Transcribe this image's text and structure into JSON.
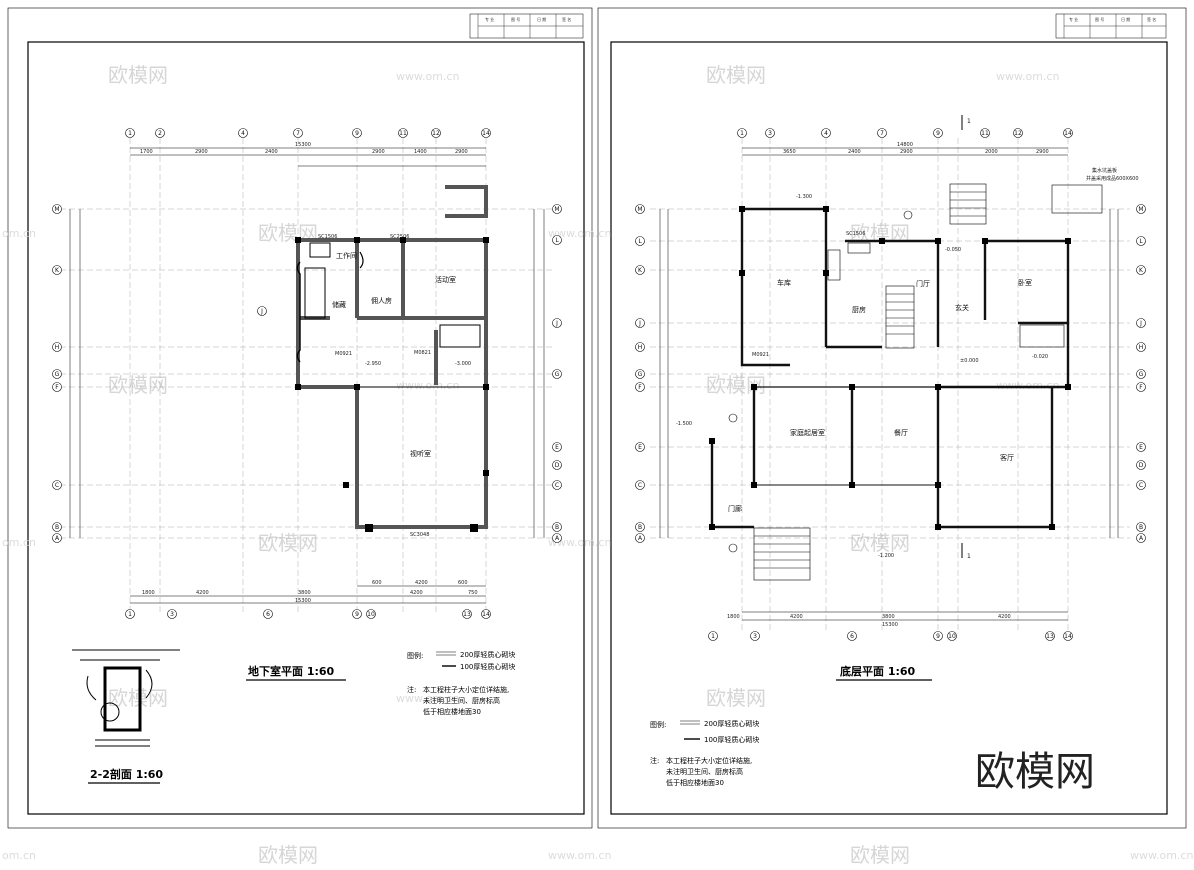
{
  "title_block": {
    "cells": [
      "专 业",
      "图 号",
      "日 期",
      "签 名"
    ]
  },
  "watermark": {
    "text": "欧模网",
    "url": "www.om.cn",
    "url_fragment": "om.cn"
  },
  "brand": {
    "text": "欧模网"
  },
  "left_sheet": {
    "title": "地下室平面   1:60",
    "section_title": "2-2剖面    1:60",
    "legend_label": "图例:",
    "legend_items": [
      "200厚轻质心砌块",
      "100厚轻质心砌块"
    ],
    "note_label": "注:",
    "notes": [
      "本工程柱子大小定位详结施,",
      "未注明卫生间、厨房标高",
      "低于相应楼地面30"
    ],
    "grid_top": [
      "1",
      "2",
      "4",
      "7",
      "9",
      "11",
      "12",
      "14"
    ],
    "grid_bottom": [
      "1",
      "3",
      "6",
      "9",
      "10",
      "13",
      "14"
    ],
    "grid_left": [
      "M",
      "K",
      "H",
      "G",
      "F",
      "C",
      "B",
      "A",
      "J"
    ],
    "grid_right": [
      "M",
      "L",
      "J",
      "G",
      "E",
      "D",
      "C",
      "B",
      "A"
    ],
    "rooms": [
      "工作间",
      "储藏",
      "佣人房",
      "活动室",
      "视听室"
    ],
    "dims_top": [
      "1700",
      "2900",
      "2400",
      "2900",
      "1400",
      "2900",
      "15300"
    ],
    "dims_bottom": [
      "1800",
      "4200",
      "3800",
      "4200",
      "750",
      "15300",
      "600",
      "4200",
      "600"
    ],
    "marks": [
      "M0921",
      "M0821",
      "-2.950",
      "-3.000",
      "SC1506",
      "SC2506",
      "SC3048"
    ]
  },
  "right_sheet": {
    "title": "底层平面   1:60",
    "legend_label": "图例:",
    "legend_items": [
      "200厚轻质心砌块",
      "100厚轻质心砌块"
    ],
    "note_label": "注:",
    "notes": [
      "本工程柱子大小定位详结施,",
      "未注明卫生间、厨房标高",
      "低于相应楼地面30"
    ],
    "grid_top": [
      "1",
      "3",
      "4",
      "7",
      "9",
      "11",
      "12",
      "14"
    ],
    "grid_bottom": [
      "1",
      "3",
      "6",
      "9",
      "10",
      "13",
      "14"
    ],
    "grid_left": [
      "M",
      "L",
      "K",
      "J",
      "H",
      "G",
      "F",
      "E",
      "C",
      "B",
      "A"
    ],
    "grid_right": [
      "M",
      "L",
      "K",
      "J",
      "H",
      "G",
      "F",
      "E",
      "D",
      "C",
      "B",
      "A"
    ],
    "rooms": [
      "车库",
      "门厅",
      "厨房",
      "玄关",
      "卧室",
      "家庭起居室",
      "餐厅",
      "客厅",
      "门廊"
    ],
    "annotation": [
      "集水坑盖板",
      "井盖采用成品600X600"
    ],
    "dims_top": [
      "3650",
      "2400",
      "2900",
      "2000",
      "2900",
      "14800"
    ],
    "dims_bottom": [
      "1800",
      "4200",
      "3800",
      "4200",
      "15300"
    ],
    "marks": [
      "-1.300",
      "-0.050",
      "±0.000",
      "-0.020",
      "SC1506",
      "M0921",
      "-1.500",
      "-1.200",
      "1"
    ]
  }
}
